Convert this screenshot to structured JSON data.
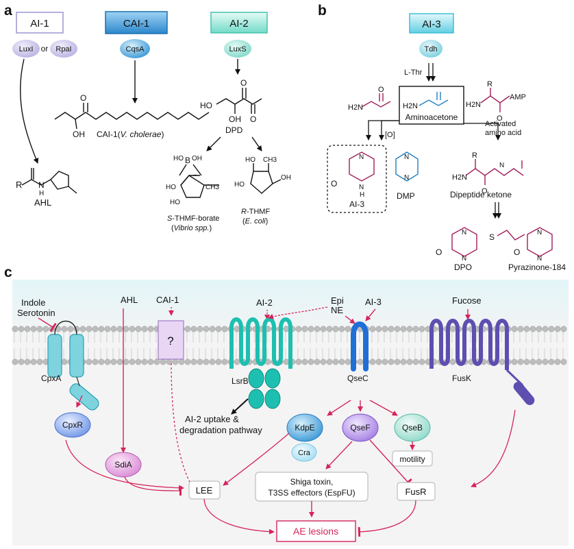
{
  "panels": {
    "a": "a",
    "b": "b",
    "c": "c"
  },
  "a": {
    "ai1": {
      "title": "AI-1",
      "enzyme1": "LuxI",
      "or": "or",
      "enzyme2": "RpaI",
      "product": "AHL",
      "r_group": "R",
      "nh": "N",
      "h": "H"
    },
    "cai1": {
      "title": "CAI-1",
      "enzyme": "CqsA",
      "product_prefix": "CAI-1(",
      "product_species": "V. cholerae",
      "product_suffix": ")",
      "oh": "OH"
    },
    "ai2": {
      "title": "AI-2",
      "enzyme": "LuxS",
      "dpd": "DPD",
      "ho": "HO",
      "oh": "OH",
      "borate_prefix": "S",
      "borate_rest": "-THMF-borate",
      "borate_species": "Vibrio spp.",
      "rthmf_prefix": "R",
      "rthmf_rest": "-THMF",
      "rthmf_species": "E. coli",
      "b_atom": "B",
      "charge": "–",
      "ch3": "CH3"
    }
  },
  "b": {
    "title": "AI-3",
    "enzyme": "Tdh",
    "lthr": "L-Thr",
    "aminoacetone": "Aminoacetone",
    "activated_line1": "Activated",
    "activated_line2": "amino acid",
    "amp": "AMP",
    "oxidation": "[O]",
    "ai3": "AI-3",
    "dmp": "DMP",
    "dipeptide": "Dipeptide ketone",
    "dpo": "DPO",
    "pyrazinone": "Pyrazinone-184",
    "h2n": "H2N",
    "n": "N",
    "h": "H",
    "o": "O",
    "r": "R",
    "s": "S"
  },
  "c": {
    "signals": {
      "indole": "Indole",
      "serotonin": "Serotonin",
      "ahl": "AHL",
      "cai1": "CAI-1",
      "ai2": "AI-2",
      "epi": "Epi",
      "ne": "NE",
      "ai3": "AI-3",
      "fucose": "Fucose"
    },
    "receptors": {
      "unknown": "?",
      "cpxa": "CpxA",
      "lsrb": "LsrB",
      "qsec": "QseC",
      "fusk": "FusK"
    },
    "regulators": {
      "cpxr": "CpxR",
      "sdia": "SdiA",
      "kdpe": "KdpE",
      "cra": "Cra",
      "qsef": "QseF",
      "qseb": "QseB"
    },
    "outputs": {
      "ai2_pathway_line1": "AI-2 uptake &",
      "ai2_pathway_line2": "degradation pathway",
      "motility": "motility",
      "lee": "LEE",
      "shiga_line1": "Shiga toxin,",
      "shiga_line2": "T3SS effectors (EspFU)",
      "fusr": "FusR",
      "ae": "AE lesions"
    }
  },
  "colors": {
    "activation": "#d6245a",
    "membrane_head": "#bdbdbd",
    "background_band": "#e9f6f8",
    "cai1_box": "#2e8fd4",
    "ai2_box": "#7fe0d0",
    "ai3_box": "#7fdcea",
    "lsrb": "#1dbfb0",
    "qsec": "#1f6fd6",
    "fusk": "#5d4fb0",
    "cpxa": "#7fd3de",
    "chem_purple": "#a01c5a",
    "chem_blue": "#1e7fc2"
  }
}
